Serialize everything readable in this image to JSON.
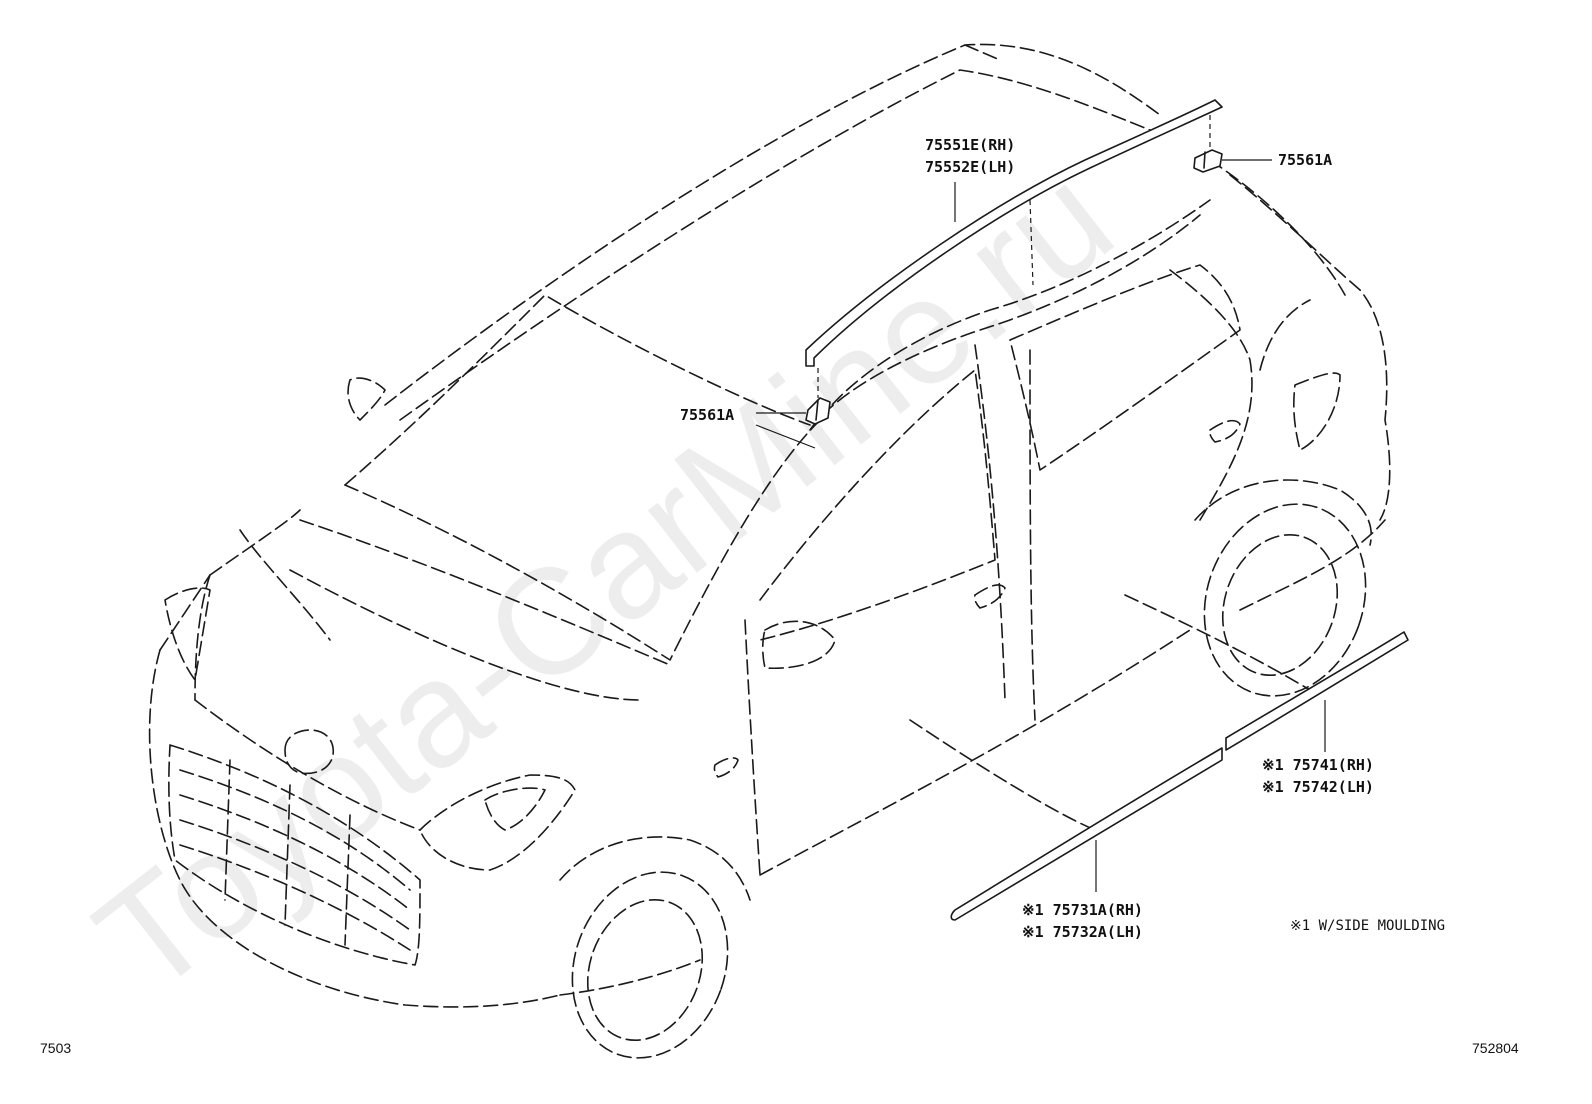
{
  "watermark": "Toyota-CarMine.ru",
  "labels": {
    "rh": "75551E(RH)",
    "lh": "75552E(LH)",
    "clip_rear": "75561A",
    "clip_front": "75561A",
    "rear_rh": "※1 75741(RH)",
    "rear_lh": "※1 75742(LH)",
    "front_rh": "※1 75731A(RH)",
    "front_lh": "※1 75732A(LH)",
    "note": "※1 W/SIDE MOULDING"
  },
  "footer": {
    "left_code": "7503",
    "right_code": "752804"
  }
}
